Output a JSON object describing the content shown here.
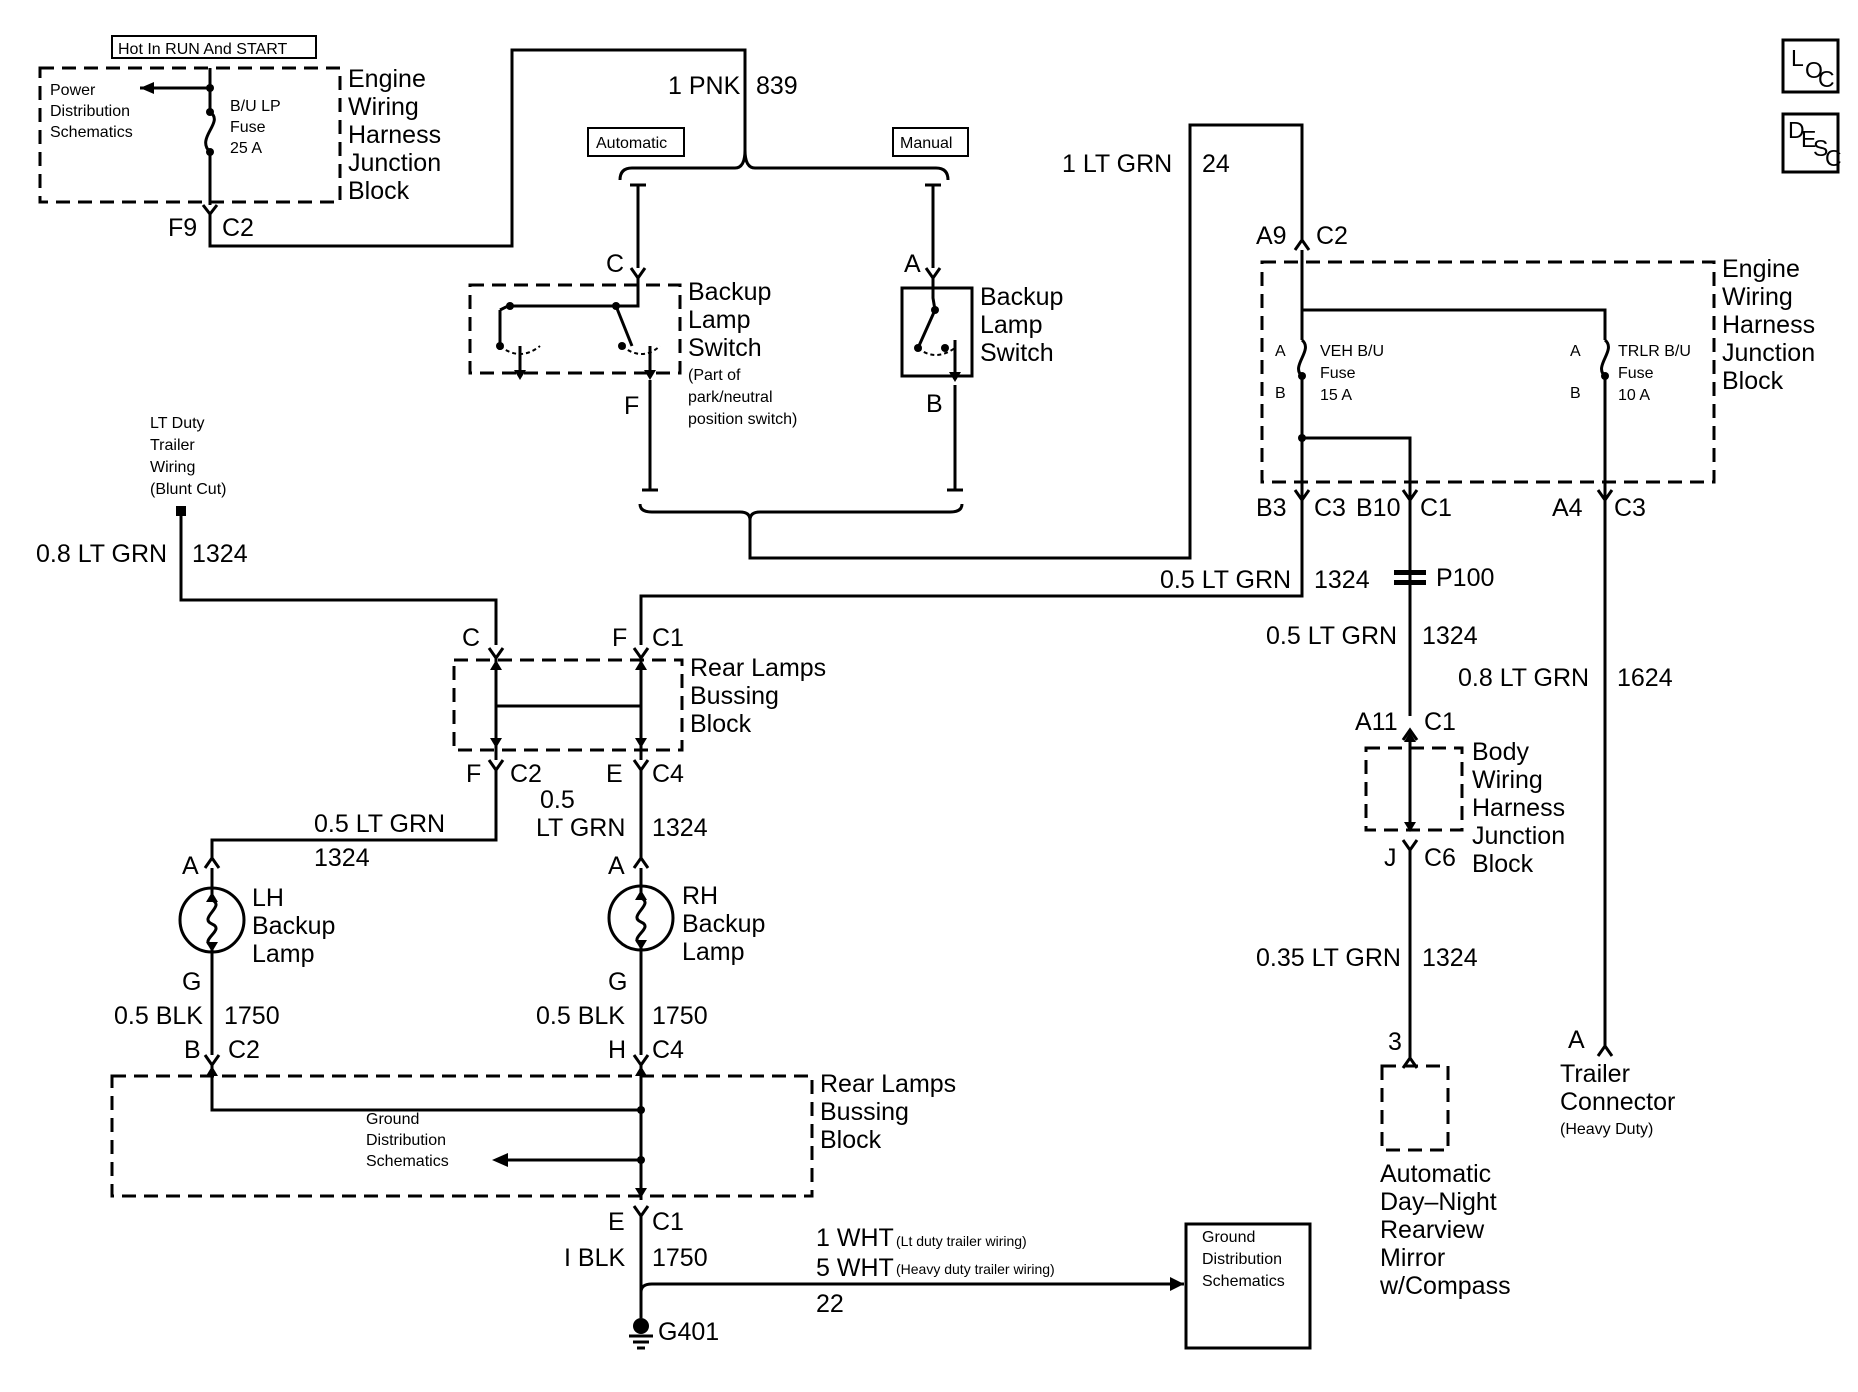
{
  "icons": {
    "loc": "loc-icon",
    "desc": "desc-icon",
    "ground": "ground-symbol-icon"
  },
  "loc_letters": [
    "L",
    "O",
    "C"
  ],
  "desc_letters": [
    "D",
    "E",
    "S",
    "C"
  ],
  "labels": {
    "hot_in_run": "Hot In RUN And START",
    "ewhjb_top": [
      "Engine",
      "Wiring",
      "Harness",
      "Junction",
      "Block"
    ],
    "ewhjb_right": [
      "Engine",
      "Wiring",
      "Harness",
      "Junction",
      "Block"
    ],
    "power_dist": [
      "Power",
      "Distribution",
      "Schematics"
    ],
    "bu_lp_fuse": [
      "B/U LP",
      "Fuse",
      "25 A"
    ],
    "f9": "F9",
    "c2_top": "C2",
    "wire_839": [
      "1 PNK",
      "839"
    ],
    "automatic": "Automatic",
    "manual": "Manual",
    "bls_auto": [
      "Backup",
      "Lamp",
      "Switch"
    ],
    "bls_auto_note": [
      "(Part of",
      "park/neutral",
      "position  switch)"
    ],
    "bls_manual": [
      "Backup",
      "Lamp",
      "Switch"
    ],
    "pin_c": "C",
    "pin_f": "F",
    "pin_a": "A",
    "pin_b": "B",
    "wire_24": [
      "1 LT GRN",
      "24"
    ],
    "a9": "A9",
    "c2_right": "C2",
    "veh_fuse": [
      "VEH B/U",
      "Fuse",
      "15 A"
    ],
    "trlr_fuse": [
      "TRLR B/U",
      "Fuse",
      "10 A"
    ],
    "fuse_pin_a": "A",
    "fuse_pin_b": "B",
    "b3": "B3",
    "c3": "C3",
    "b10": "B10",
    "c1": "C1",
    "a4": "A4",
    "c3b": "C3",
    "lt_duty_trailer": [
      "LT Duty",
      "Trailer",
      "Wiring",
      "(Blunt Cut)"
    ],
    "wire_08_1324": [
      "0.8 LT GRN",
      "1324"
    ],
    "wire_05_1324_top": [
      "0.5 LT GRN",
      "1324"
    ],
    "p100": "P100",
    "wire_05_1324_mid": [
      "0.5 LT GRN",
      "1324"
    ],
    "wire_08_1624": [
      "0.8 LT GRN",
      "1624"
    ],
    "a11": "A11",
    "c1_body": "C1",
    "body_jb": [
      "Body",
      "Wiring",
      "Harness",
      "Junction",
      "Block"
    ],
    "j": "J",
    "c6": "C6",
    "wire_035_1324": [
      "0.35 LT GRN",
      "1324"
    ],
    "mirror_pin": "3",
    "mirror": [
      "Automatic",
      "Day–Night",
      "Rearview",
      "Mirror",
      "w/Compass"
    ],
    "trailer_pin": "A",
    "trailer_conn": [
      "Trailer",
      "Connector"
    ],
    "trailer_note": "(Heavy Duty)",
    "rlbb_top": [
      "Rear Lamps",
      "Bussing",
      "Block"
    ],
    "rlbb_c": "C",
    "rlbb_f": "F",
    "rlbb_c1": "C1",
    "rlbb_f2": "F",
    "rlbb_c2": "C2",
    "rlbb_e": "E",
    "rlbb_c4": "C4",
    "wire_lh_1324": [
      "0.5 LT GRN",
      "1324"
    ],
    "wire_rh_1324": [
      "0.5",
      "LT GRN",
      "1324"
    ],
    "lh_pin_a": "A",
    "rh_pin_a": "A",
    "lh_lamp": [
      "LH",
      "Backup",
      "Lamp"
    ],
    "rh_lamp": [
      "RH",
      "Backup",
      "Lamp"
    ],
    "lh_pin_g": "G",
    "rh_pin_g": "G",
    "wire_lh_1750": [
      "0.5 BLK",
      "1750"
    ],
    "wire_rh_1750": [
      "0.5 BLK",
      "1750"
    ],
    "b_c2": [
      "B",
      "C2"
    ],
    "h_c4": [
      "H",
      "C4"
    ],
    "rlbb_bottom": [
      "Rear Lamps",
      "Bussing",
      "Block"
    ],
    "ground_dist_inner": [
      "Ground",
      "Distribution",
      "Schematics"
    ],
    "e_c1": [
      "E",
      "C1"
    ],
    "wire_1750_blk": [
      "I BLK",
      "1750"
    ],
    "wht_1": "1 WHT",
    "wht_1_note": "(Lt duty trailer wiring)",
    "wht_5": "5 WHT",
    "wht_5_note": "(Heavy duty trailer wiring)",
    "wire_22": "22",
    "g401": "G401",
    "ground_dist_box": [
      "Ground",
      "Distribution",
      "Schematics"
    ]
  }
}
